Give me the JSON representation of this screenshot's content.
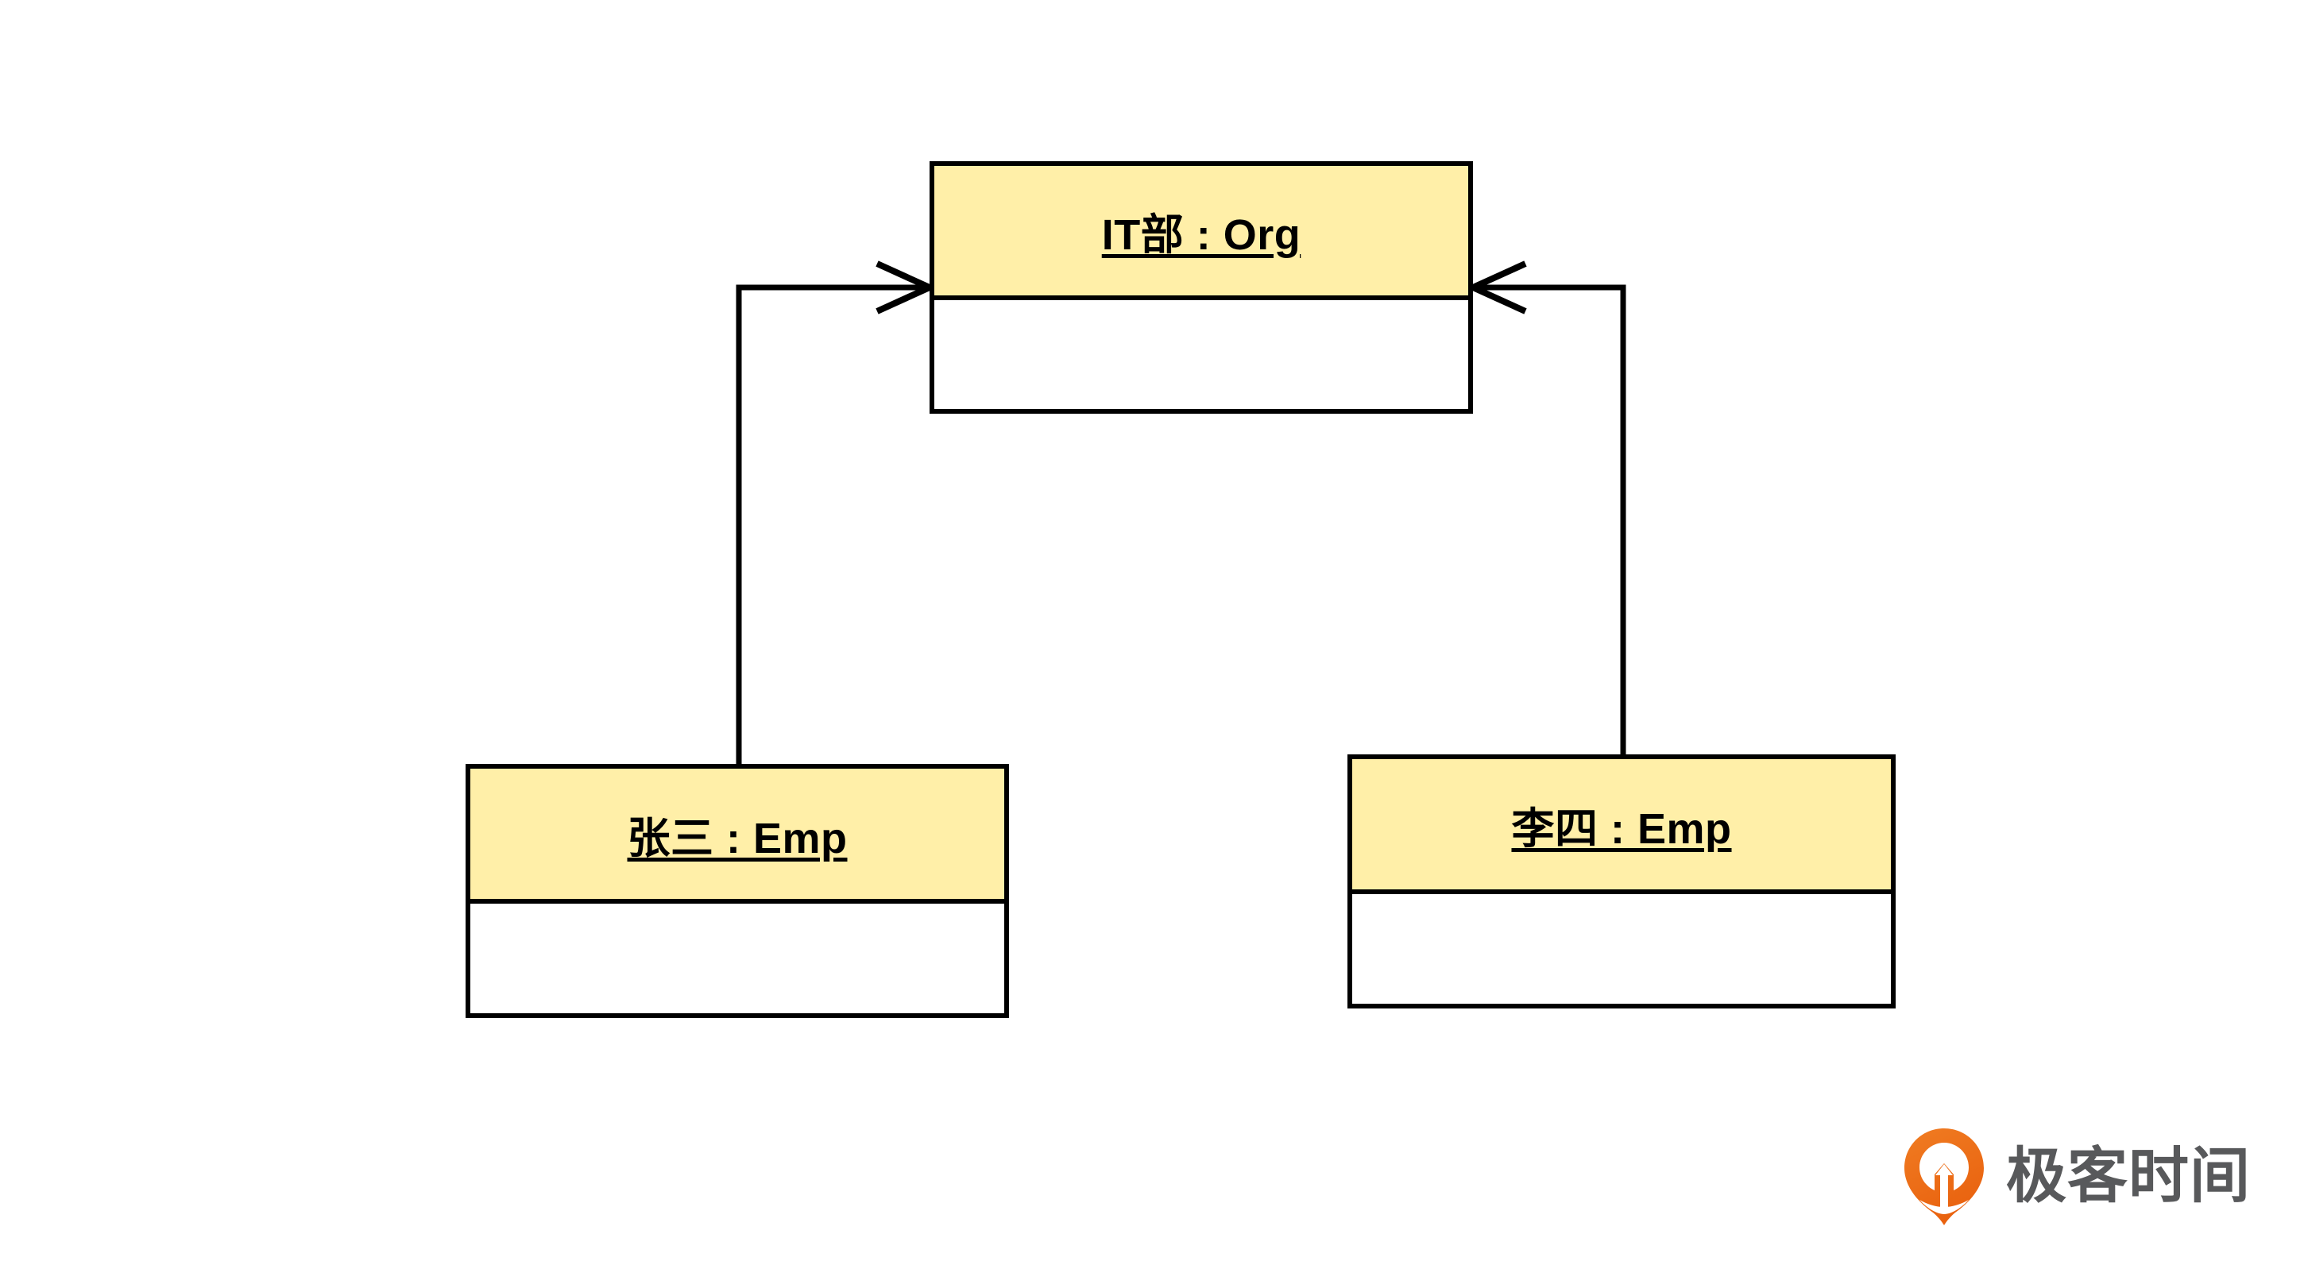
{
  "diagram": {
    "type": "uml-object-diagram",
    "background_color": "#ffffff",
    "title": "",
    "objects": [
      {
        "id": "org",
        "label": "IT部 : Org",
        "instance_name": "IT部",
        "class_name": "Org",
        "header_color": "#ffefa8",
        "body_color": "#ffffff",
        "border_color": "#000000"
      },
      {
        "id": "emp-zhangsan",
        "label": "张三 : Emp",
        "instance_name": "张三",
        "class_name": "Emp",
        "header_color": "#ffefa8",
        "body_color": "#ffffff",
        "border_color": "#000000"
      },
      {
        "id": "emp-lisi",
        "label": "李四 : Emp",
        "instance_name": "李四",
        "class_name": "Emp",
        "header_color": "#ffefa8",
        "body_color": "#ffffff",
        "border_color": "#000000"
      }
    ],
    "links": [
      {
        "id": "link-zhangsan-org",
        "from": "emp-zhangsan",
        "to": "org",
        "label": "",
        "arrow_head": "open",
        "routing": "orthogonal",
        "line_color": "#000000"
      },
      {
        "id": "link-lisi-org",
        "from": "emp-lisi",
        "to": "org",
        "label": "",
        "arrow_head": "open",
        "routing": "orthogonal",
        "line_color": "#000000"
      }
    ]
  },
  "brand": {
    "wordmark": "极客时间",
    "mark_icon": "geektime-pin-icon",
    "mark_color": "#ec6617",
    "wordmark_color": "#58595b"
  }
}
